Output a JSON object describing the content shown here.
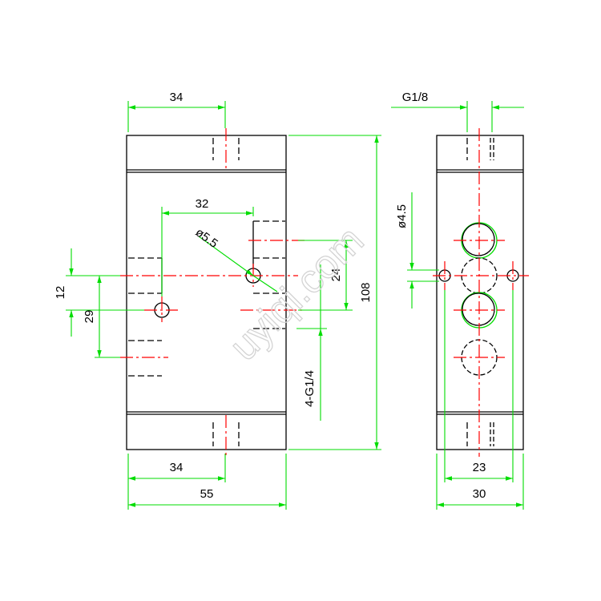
{
  "colors": {
    "outline": "#000000",
    "dimension": "#00dd00",
    "center": "#ff0000",
    "watermark": "#d4d4d4"
  },
  "front_view": {
    "dims": {
      "top_width": "34",
      "port_spacing": "32",
      "hole_diameter": "ø5.5",
      "offset_12": "12",
      "offset_29": "29",
      "offset_24": "24",
      "height": "108",
      "port_thread": "4-G1/4",
      "bottom_partial": "34",
      "bottom_width": "55"
    }
  },
  "side_view": {
    "dims": {
      "top_thread": "G1/8",
      "hole_diameter": "ø4.5",
      "inner_width": "23",
      "width": "30"
    }
  },
  "watermark": "uyiqi.com"
}
